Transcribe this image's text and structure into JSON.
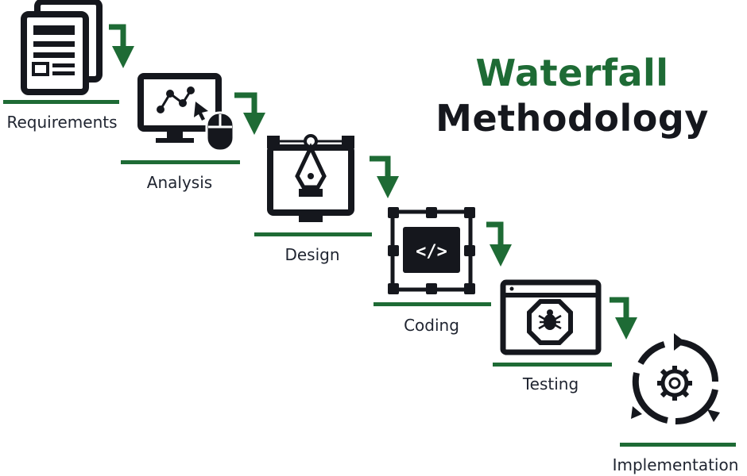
{
  "title": {
    "line1": "Waterfall",
    "line2": "Methodology"
  },
  "steps": [
    {
      "label": "Requirements",
      "icon": "documents-icon"
    },
    {
      "label": "Analysis",
      "icon": "monitor-mouse-icon"
    },
    {
      "label": "Design",
      "icon": "pen-tool-monitor-icon"
    },
    {
      "label": "Coding",
      "icon": "code-window-icon"
    },
    {
      "label": "Testing",
      "icon": "bug-browser-icon"
    },
    {
      "label": "Implementation",
      "icon": "gear-cycle-icon"
    }
  ],
  "colors": {
    "accent_green": "#1e6b35",
    "icon_dark": "#15171d",
    "text_dark": "#1f2430"
  }
}
